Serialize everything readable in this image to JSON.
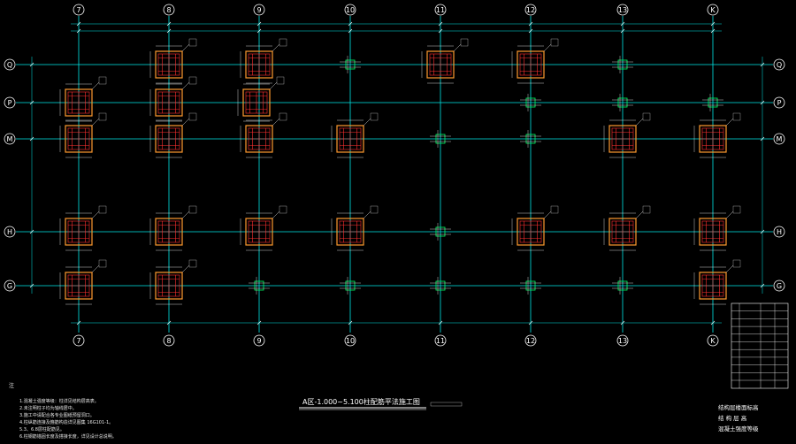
{
  "drawing": {
    "title": "A区-1.000~5.100柱配筋平法施工图",
    "columns_top": [
      "7",
      "8",
      "9",
      "10",
      "11",
      "12",
      "13",
      "K"
    ],
    "columns_bottom": [
      "7",
      "8",
      "9",
      "10",
      "11",
      "12",
      "13",
      "K"
    ],
    "rows_left": [
      "Q",
      "P",
      "M",
      "H",
      "G"
    ],
    "rows_right": [
      "Q",
      "P",
      "M",
      "H",
      "G"
    ]
  },
  "notes": {
    "header": "注",
    "items": [
      "1.混凝土强度等级：柱详见结构层高表。",
      "2.未注明柱子均为轴线居中。",
      "3.施工中请配合各专业图纸预留洞口。",
      "4.柱纵筋连接及箍筋构造详见图集 16G101-1。",
      "5.3、6.8层柱配筋见。",
      "6.柱钢筋锚固长度及搭接长度，详见设计总说明。"
    ]
  },
  "side_panel": {
    "lines": [
      "结构层楼面标高",
      "结 构 层 高",
      "混凝土强度等级"
    ]
  },
  "colors": {
    "background": "#000000",
    "grid_line": "#00e8e8",
    "column_outline": "#ff9a2e",
    "rebar": "#ff3030",
    "dimension": "#ffffff",
    "small_column": "#00ff66"
  }
}
